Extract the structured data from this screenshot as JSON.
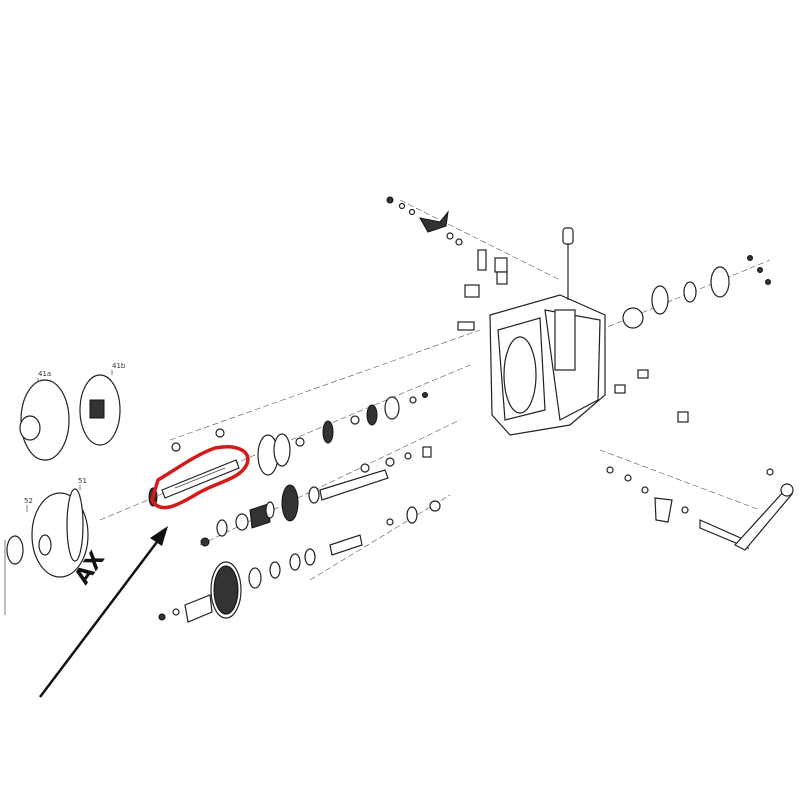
{
  "diagram": {
    "callout_label": "AX",
    "highlight_color": "#d61a1a",
    "arrow_color": "#111111",
    "part_labels": {
      "drum_a": "41a",
      "drum_b": "41b",
      "clutch_drum": "51",
      "bearing": "52"
    }
  }
}
